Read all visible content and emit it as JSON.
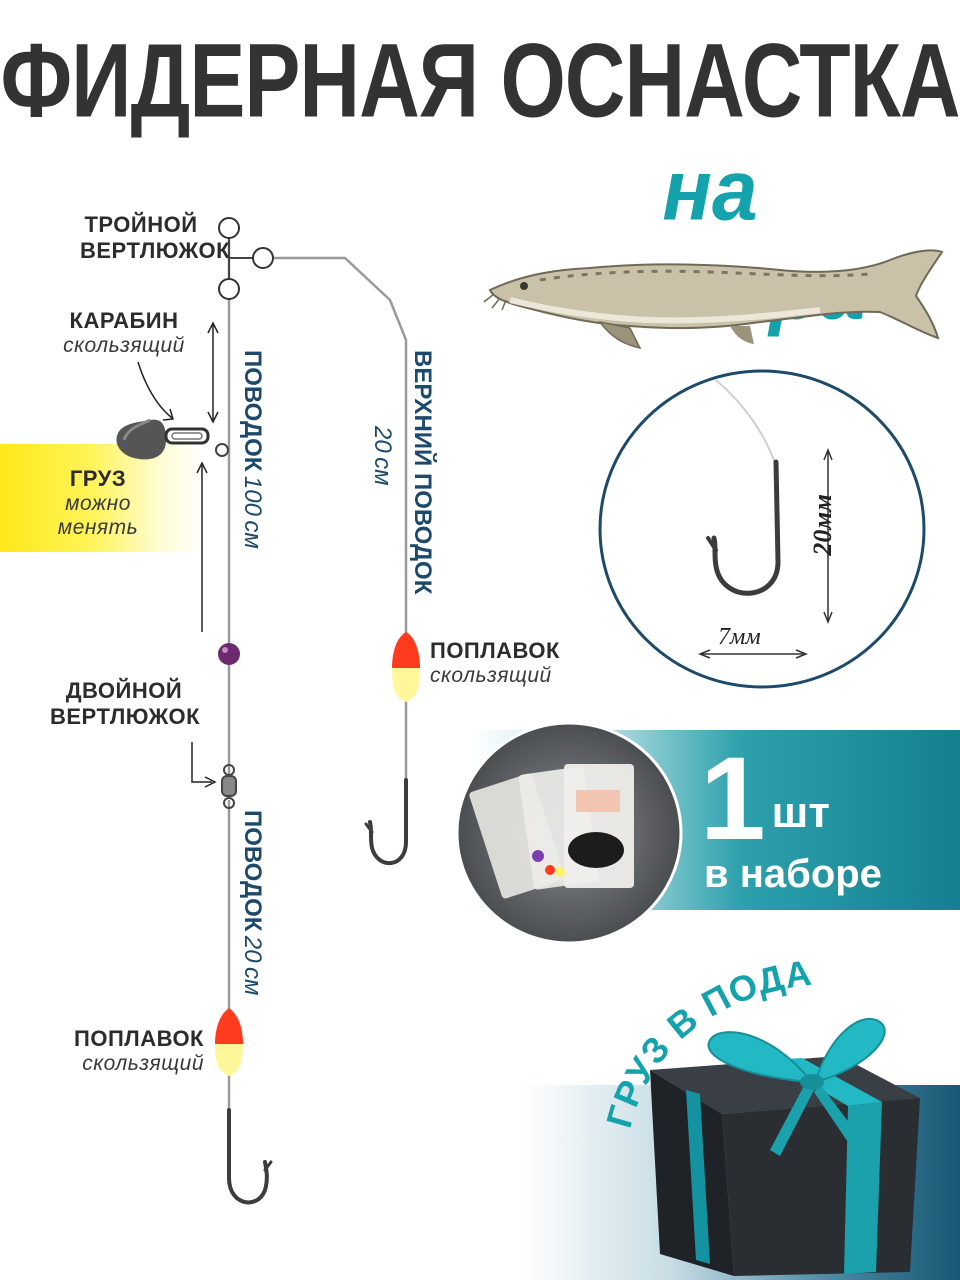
{
  "header": {
    "title": "ФИДЕРНАЯ ОСНАСТКА",
    "subtitle": "на осетра"
  },
  "labels": {
    "triple_swivel_1": "ТРОЙНОЙ",
    "triple_swivel_2": "ВЕРТЛЮЖОК",
    "snap_bold": "КАРАБИН",
    "snap_italic": "скользящий",
    "weight_bold": "ГРУЗ",
    "weight_italic_1": "можно",
    "weight_italic_2": "менять",
    "double_swivel_1": "ДВОЙНОЙ",
    "double_swivel_2": "ВЕРТЛЮЖОК",
    "float_top_bold": "ПОПЛАВОК",
    "float_top_italic": "скользящий",
    "float_bottom_bold": "ПОПЛАВОК",
    "float_bottom_italic": "скользящий"
  },
  "leaders": {
    "main_bold": "ПОВОДОК",
    "main_len": "100",
    "main_unit": "см",
    "lower_bold": "ПОВОДОК",
    "lower_len": "20",
    "lower_unit": "см",
    "upper_bold": "ВЕРХНИЙ ПОВОДОК",
    "upper_len": "20",
    "upper_unit": "см"
  },
  "hook_dims": {
    "height": "20мм",
    "width": "7мм"
  },
  "package": {
    "count": "1",
    "unit": "шт",
    "in_set": "в наборе"
  },
  "gift": {
    "text": "ГРУЗ В ПОДАРОК"
  },
  "colors": {
    "title": "#333333",
    "accent_teal": "#14a3ad",
    "leader_text": "#1d4a6a",
    "float_red": "#ff3b1f",
    "float_yellow": "#fff79a",
    "band_yellow": "#ffe81a",
    "ribbon": "#22b8c4",
    "box": "#2a2e33"
  }
}
